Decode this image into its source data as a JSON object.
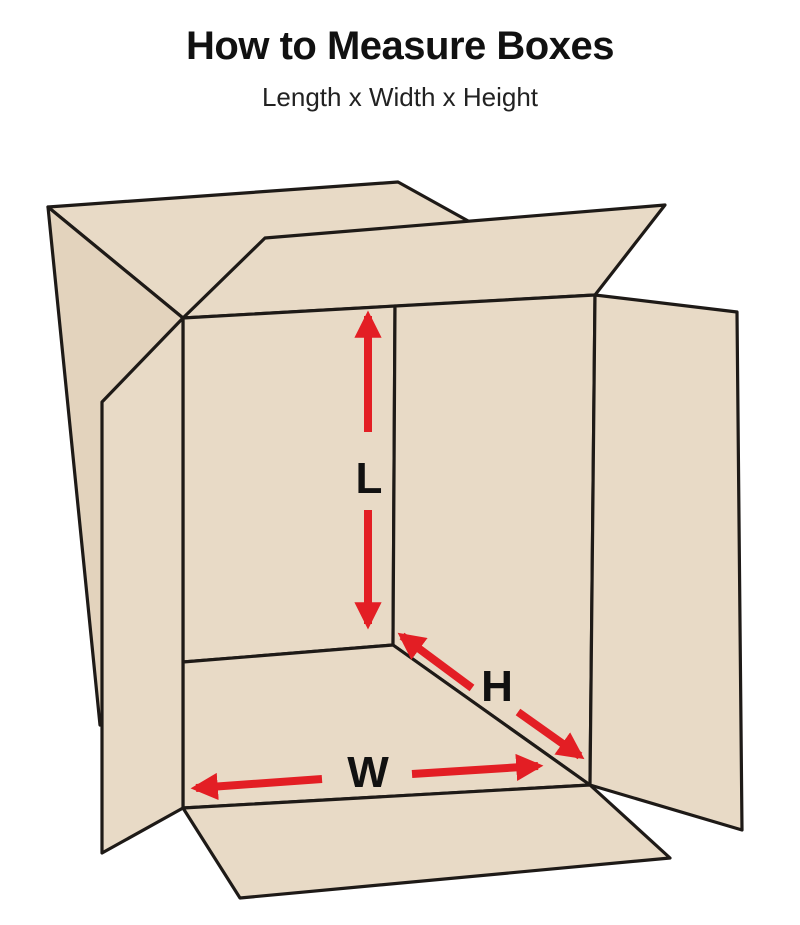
{
  "header": {
    "title": "How to Measure Boxes",
    "subtitle": "Length x Width x Height"
  },
  "dimensions": {
    "length_label": "L",
    "width_label": "W",
    "height_label": "H"
  },
  "colors": {
    "cardboard": "#e8dac6",
    "cardboard_shade": "#e3d3bd",
    "outline": "#1e1a17",
    "arrow": "#e31e24"
  }
}
